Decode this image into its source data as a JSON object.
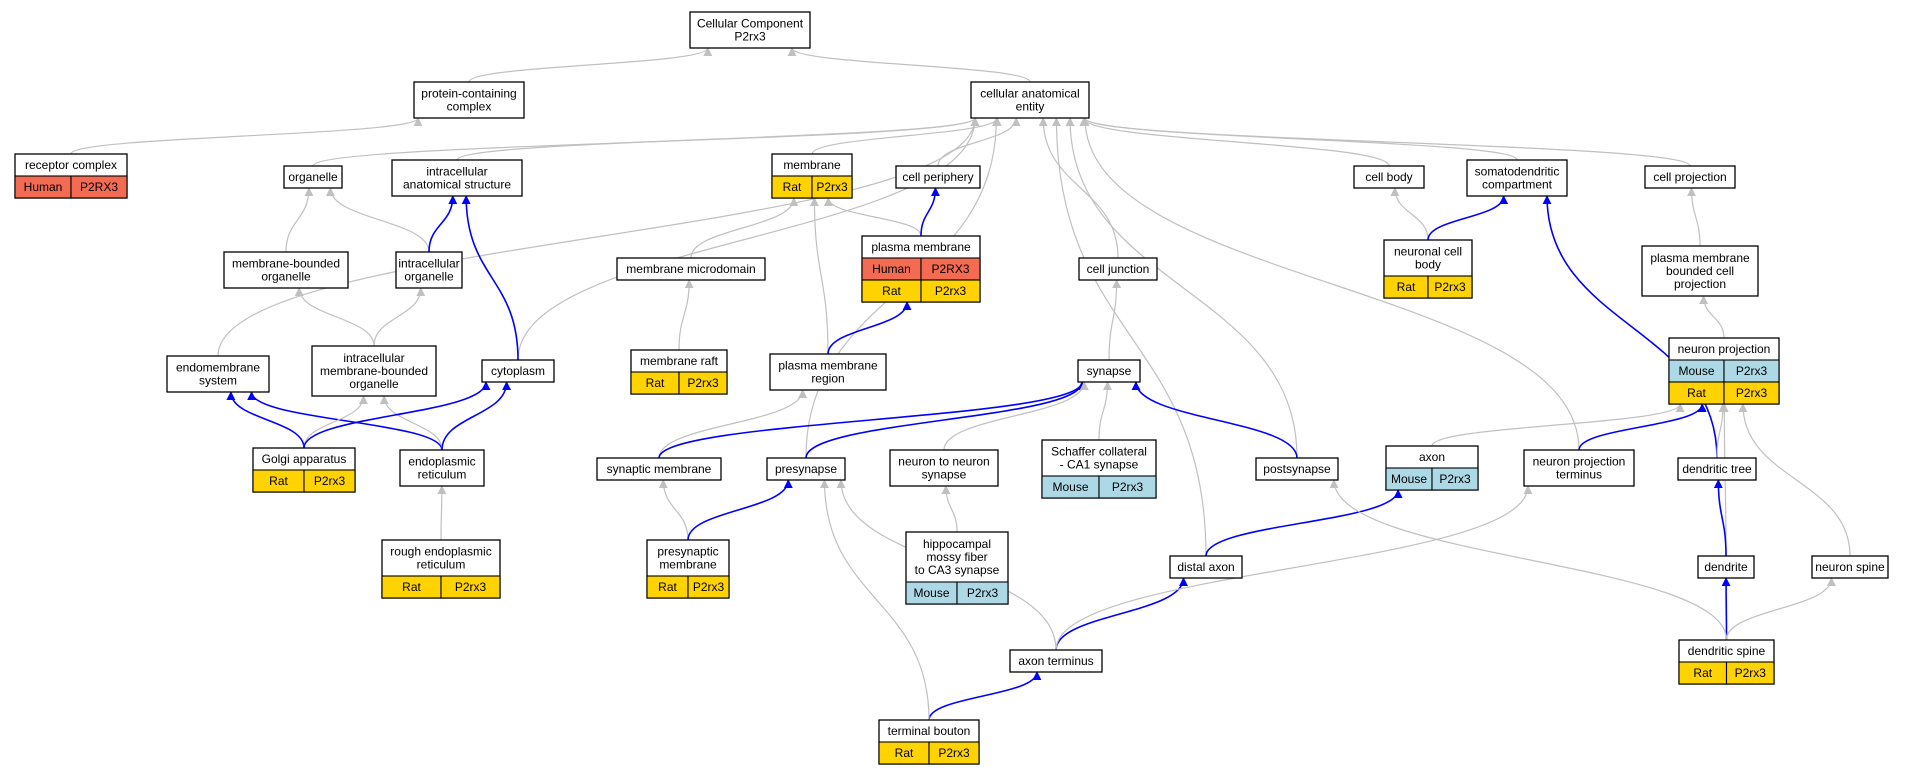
{
  "diagram": {
    "colors": {
      "edge_gray": "#c0c0c0",
      "edge_blue": "#0000ff",
      "human": "#f26b52",
      "rat": "#ffd300",
      "mouse": "#add8e6"
    },
    "nodes": [
      {
        "id": "cc",
        "lines": [
          "Cellular Component",
          "P2rx3"
        ]
      },
      {
        "id": "pcc",
        "lines": [
          "protein-containing",
          "complex"
        ]
      },
      {
        "id": "cae",
        "lines": [
          "cellular anatomical",
          "entity"
        ]
      },
      {
        "id": "rc",
        "lines": [
          "receptor complex"
        ],
        "tags": [
          {
            "species": "Human",
            "gene": "P2RX3",
            "color": "human"
          }
        ]
      },
      {
        "id": "org",
        "lines": [
          "organelle"
        ]
      },
      {
        "id": "ias",
        "lines": [
          "intracellular",
          "anatomical structure"
        ]
      },
      {
        "id": "mem",
        "lines": [
          "membrane"
        ],
        "tags": [
          {
            "species": "Rat",
            "gene": "P2rx3",
            "color": "rat"
          }
        ]
      },
      {
        "id": "cper",
        "lines": [
          "cell periphery"
        ]
      },
      {
        "id": "cbody",
        "lines": [
          "cell body"
        ]
      },
      {
        "id": "sdc",
        "lines": [
          "somatodendritic",
          "compartment"
        ]
      },
      {
        "id": "cproj",
        "lines": [
          "cell projection"
        ]
      },
      {
        "id": "mbo",
        "lines": [
          "membrane-bounded",
          "organelle"
        ]
      },
      {
        "id": "io",
        "lines": [
          "intracellular",
          "organelle"
        ]
      },
      {
        "id": "mmd",
        "lines": [
          "membrane microdomain"
        ]
      },
      {
        "id": "pm",
        "lines": [
          "plasma membrane"
        ],
        "tags": [
          {
            "species": "Human",
            "gene": "P2RX3",
            "color": "human"
          },
          {
            "species": "Rat",
            "gene": "P2rx3",
            "color": "rat"
          }
        ]
      },
      {
        "id": "cj",
        "lines": [
          "cell junction"
        ]
      },
      {
        "id": "ncb",
        "lines": [
          "neuronal cell",
          "body"
        ],
        "tags": [
          {
            "species": "Rat",
            "gene": "P2rx3",
            "color": "rat"
          }
        ]
      },
      {
        "id": "pmbcp",
        "lines": [
          "plasma membrane",
          "bounded cell",
          "projection"
        ]
      },
      {
        "id": "es",
        "lines": [
          "endomembrane",
          "system"
        ]
      },
      {
        "id": "imbo",
        "lines": [
          "intracellular",
          "membrane-bounded",
          "organelle"
        ]
      },
      {
        "id": "cyto",
        "lines": [
          "cytoplasm"
        ]
      },
      {
        "id": "mraft",
        "lines": [
          "membrane raft"
        ],
        "tags": [
          {
            "species": "Rat",
            "gene": "P2rx3",
            "color": "rat"
          }
        ]
      },
      {
        "id": "pmr",
        "lines": [
          "plasma membrane",
          "region"
        ]
      },
      {
        "id": "syn",
        "lines": [
          "synapse"
        ]
      },
      {
        "id": "np",
        "lines": [
          "neuron projection"
        ],
        "tags": [
          {
            "species": "Mouse",
            "gene": "P2rx3",
            "color": "mouse"
          },
          {
            "species": "Rat",
            "gene": "P2rx3",
            "color": "rat"
          }
        ]
      },
      {
        "id": "scs",
        "lines": [
          "Schaffer collateral",
          "- CA1 synapse"
        ],
        "tags": [
          {
            "species": "Mouse",
            "gene": "P2rx3",
            "color": "mouse"
          }
        ]
      },
      {
        "id": "ga",
        "lines": [
          "Golgi apparatus"
        ],
        "tags": [
          {
            "species": "Rat",
            "gene": "P2rx3",
            "color": "rat"
          }
        ]
      },
      {
        "id": "er",
        "lines": [
          "endoplasmic",
          "reticulum"
        ]
      },
      {
        "id": "sm",
        "lines": [
          "synaptic membrane"
        ]
      },
      {
        "id": "pre",
        "lines": [
          "presynapse"
        ]
      },
      {
        "id": "nns",
        "lines": [
          "neuron to neuron",
          "synapse"
        ]
      },
      {
        "id": "post",
        "lines": [
          "postsynapse"
        ]
      },
      {
        "id": "axon",
        "lines": [
          "axon"
        ],
        "tags": [
          {
            "species": "Mouse",
            "gene": "P2rx3",
            "color": "mouse"
          }
        ]
      },
      {
        "id": "npt",
        "lines": [
          "neuron projection",
          "terminus"
        ]
      },
      {
        "id": "dtree",
        "lines": [
          "dendritic tree"
        ]
      },
      {
        "id": "rer",
        "lines": [
          "rough endoplasmic",
          "reticulum"
        ],
        "tags": [
          {
            "species": "Rat",
            "gene": "P2rx3",
            "color": "rat"
          }
        ]
      },
      {
        "id": "hmf",
        "lines": [
          "hippocampal",
          "mossy fiber",
          "to CA3 synapse"
        ],
        "tags": [
          {
            "species": "Mouse",
            "gene": "P2rx3",
            "color": "mouse"
          }
        ]
      },
      {
        "id": "presm",
        "lines": [
          "presynaptic",
          "membrane"
        ],
        "tags": [
          {
            "species": "Rat",
            "gene": "P2rx3",
            "color": "rat"
          }
        ]
      },
      {
        "id": "daxon",
        "lines": [
          "distal axon"
        ]
      },
      {
        "id": "dend",
        "lines": [
          "dendrite"
        ]
      },
      {
        "id": "nspine",
        "lines": [
          "neuron spine"
        ]
      },
      {
        "id": "dspine",
        "lines": [
          "dendritic spine"
        ],
        "tags": [
          {
            "species": "Rat",
            "gene": "P2rx3",
            "color": "rat"
          }
        ]
      },
      {
        "id": "aterm",
        "lines": [
          "axon terminus"
        ]
      },
      {
        "id": "tb",
        "lines": [
          "terminal bouton"
        ],
        "tags": [
          {
            "species": "Rat",
            "gene": "P2rx3",
            "color": "rat"
          }
        ]
      }
    ],
    "edges": [
      {
        "from": "pcc",
        "to": "cc",
        "kind": "gray"
      },
      {
        "from": "cae",
        "to": "cc",
        "kind": "gray"
      },
      {
        "from": "rc",
        "to": "pcc",
        "kind": "gray"
      },
      {
        "from": "org",
        "to": "cae",
        "kind": "gray"
      },
      {
        "from": "ias",
        "to": "cae",
        "kind": "gray"
      },
      {
        "from": "mem",
        "to": "cae",
        "kind": "gray"
      },
      {
        "from": "cper",
        "to": "cae",
        "kind": "gray"
      },
      {
        "from": "cbody",
        "to": "cae",
        "kind": "gray"
      },
      {
        "from": "sdc",
        "to": "cae",
        "kind": "gray"
      },
      {
        "from": "cproj",
        "to": "cae",
        "kind": "gray"
      },
      {
        "from": "es",
        "to": "cae",
        "kind": "gray"
      },
      {
        "from": "cyto",
        "to": "cae",
        "kind": "gray"
      },
      {
        "from": "cj",
        "to": "cae",
        "kind": "gray"
      },
      {
        "from": "pre",
        "to": "cae",
        "kind": "gray"
      },
      {
        "from": "daxon",
        "to": "cae",
        "kind": "gray"
      },
      {
        "from": "post",
        "to": "cae",
        "kind": "gray"
      },
      {
        "from": "npt",
        "to": "cae",
        "kind": "gray"
      },
      {
        "from": "mbo",
        "to": "org",
        "kind": "gray"
      },
      {
        "from": "io",
        "to": "org",
        "kind": "gray"
      },
      {
        "from": "io",
        "to": "ias",
        "kind": "blue"
      },
      {
        "from": "cyto",
        "to": "ias",
        "kind": "blue"
      },
      {
        "from": "imbo",
        "to": "mbo",
        "kind": "gray"
      },
      {
        "from": "imbo",
        "to": "io",
        "kind": "gray"
      },
      {
        "from": "mmd",
        "to": "mem",
        "kind": "gray"
      },
      {
        "from": "pm",
        "to": "mem",
        "kind": "gray"
      },
      {
        "from": "pmr",
        "to": "mem",
        "kind": "gray"
      },
      {
        "from": "pm",
        "to": "cper",
        "kind": "blue"
      },
      {
        "from": "pmr",
        "to": "pm",
        "kind": "blue"
      },
      {
        "from": "mraft",
        "to": "mmd",
        "kind": "gray"
      },
      {
        "from": "ncb",
        "to": "cbody",
        "kind": "gray"
      },
      {
        "from": "ncb",
        "to": "sdc",
        "kind": "blue"
      },
      {
        "from": "dtree",
        "to": "sdc",
        "kind": "blue"
      },
      {
        "from": "pmbcp",
        "to": "cproj",
        "kind": "gray"
      },
      {
        "from": "np",
        "to": "pmbcp",
        "kind": "gray"
      },
      {
        "from": "ga",
        "to": "es",
        "kind": "blue"
      },
      {
        "from": "er",
        "to": "es",
        "kind": "blue"
      },
      {
        "from": "ga",
        "to": "imbo",
        "kind": "gray"
      },
      {
        "from": "er",
        "to": "imbo",
        "kind": "gray"
      },
      {
        "from": "ga",
        "to": "cyto",
        "kind": "blue"
      },
      {
        "from": "er",
        "to": "cyto",
        "kind": "blue"
      },
      {
        "from": "rer",
        "to": "er",
        "kind": "gray"
      },
      {
        "from": "sm",
        "to": "pmr",
        "kind": "gray"
      },
      {
        "from": "syn",
        "to": "cj",
        "kind": "gray"
      },
      {
        "from": "sm",
        "to": "syn",
        "kind": "blue"
      },
      {
        "from": "pre",
        "to": "syn",
        "kind": "blue"
      },
      {
        "from": "nns",
        "to": "syn",
        "kind": "gray"
      },
      {
        "from": "scs",
        "to": "syn",
        "kind": "gray"
      },
      {
        "from": "post",
        "to": "syn",
        "kind": "blue"
      },
      {
        "from": "presm",
        "to": "sm",
        "kind": "gray"
      },
      {
        "from": "presm",
        "to": "pre",
        "kind": "blue"
      },
      {
        "from": "hmf",
        "to": "nns",
        "kind": "gray"
      },
      {
        "from": "axon",
        "to": "np",
        "kind": "gray"
      },
      {
        "from": "npt",
        "to": "np",
        "kind": "blue"
      },
      {
        "from": "dtree",
        "to": "np",
        "kind": "gray"
      },
      {
        "from": "dend",
        "to": "np",
        "kind": "gray"
      },
      {
        "from": "nspine",
        "to": "np",
        "kind": "gray"
      },
      {
        "from": "daxon",
        "to": "axon",
        "kind": "blue"
      },
      {
        "from": "dend",
        "to": "dtree",
        "kind": "blue"
      },
      {
        "from": "dspine",
        "to": "dend",
        "kind": "blue"
      },
      {
        "from": "dspine",
        "to": "nspine",
        "kind": "gray"
      },
      {
        "from": "dspine",
        "to": "post",
        "kind": "gray"
      },
      {
        "from": "aterm",
        "to": "daxon",
        "kind": "blue"
      },
      {
        "from": "aterm",
        "to": "npt",
        "kind": "gray"
      },
      {
        "from": "aterm",
        "to": "pre",
        "kind": "gray"
      },
      {
        "from": "tb",
        "to": "aterm",
        "kind": "blue"
      },
      {
        "from": "tb",
        "to": "pre",
        "kind": "gray"
      }
    ]
  }
}
